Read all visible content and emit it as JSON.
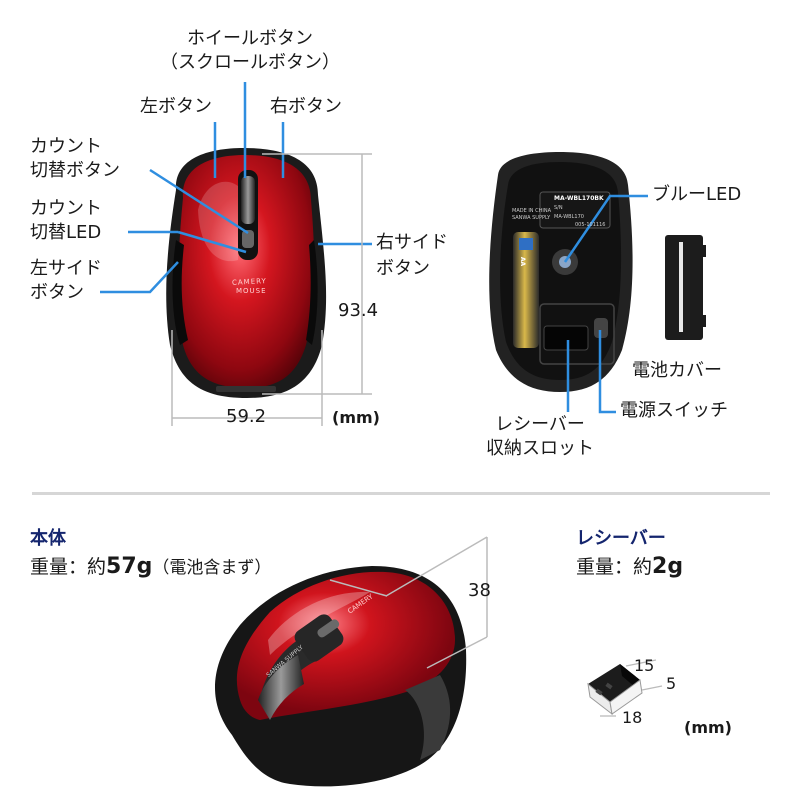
{
  "top_labels": {
    "wheel": "ホイールボタン",
    "wheel_sub": "（スクロールボタン）",
    "left_button": "左ボタン",
    "right_button": "右ボタン",
    "count_switch_1": "カウント",
    "count_switch_2": "切替ボタン",
    "count_led_1": "カウント",
    "count_led_2": "切替LED",
    "left_side_1": "左サイド",
    "left_side_2": "ボタン",
    "right_side_1": "右サイド",
    "right_side_2": "ボタン",
    "blue_led": "ブルーLED",
    "battery_cover": "電池カバー",
    "power_switch": "電源スイッチ",
    "receiver_slot_1": "レシーバー",
    "receiver_slot_2": "収納スロット"
  },
  "dimensions": {
    "length": "93.4",
    "width": "59.2",
    "unit": "(mm)",
    "height": "38",
    "receiver_w": "15",
    "receiver_h": "5",
    "receiver_l": "18",
    "receiver_unit": "(mm)"
  },
  "bottom_text": {
    "model": "MA-WBL170BK",
    "made_in": "MADE IN CHINA",
    "brand": "SANWA SUPPLY",
    "sn": "S/N",
    "model2": "MA-WBL170",
    "code": "005-101116",
    "top_logo_1": "CAMERY",
    "top_logo_2": "MOUSE",
    "front_brand": "SANWA SUPPLY",
    "battery": "AA"
  },
  "spec_body": {
    "title": "本体",
    "weight_prefix": "重量：約",
    "weight_value": "57g",
    "weight_suffix": "（電池含まず）"
  },
  "spec_receiver": {
    "title": "レシーバー",
    "weight_prefix": "重量：約",
    "weight_value": "2g"
  },
  "colors": {
    "accent_blue": "#2f8ee0",
    "mouse_red": "#c0121c",
    "mouse_black": "#1e1e1e",
    "title_navy": "#14256e"
  }
}
